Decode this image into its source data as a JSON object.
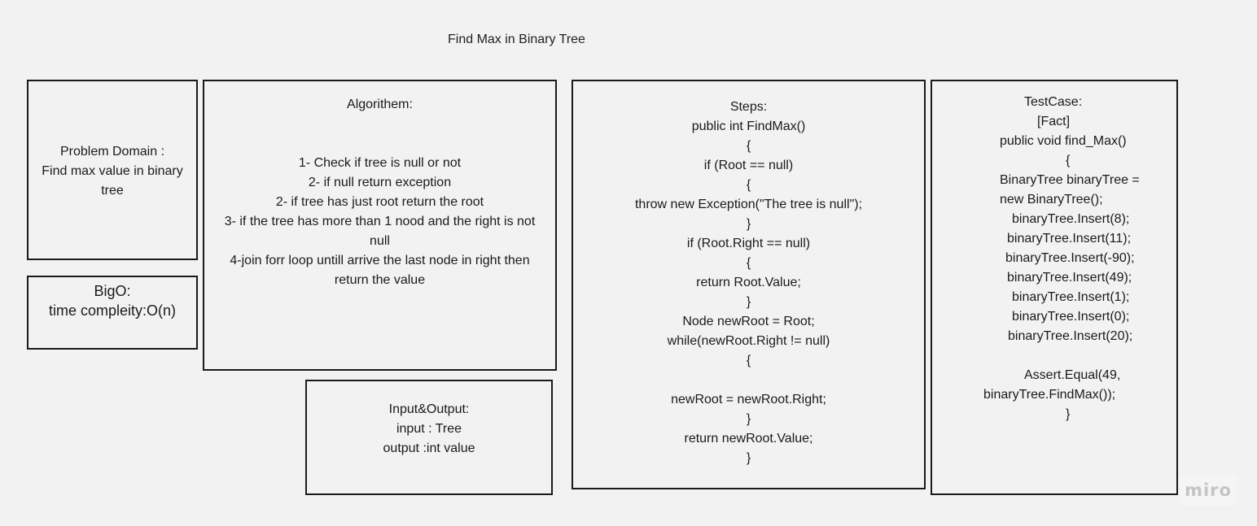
{
  "title": "Find Max in Binary Tree",
  "problem_domain": {
    "lines": [
      "Problem Domain :",
      "Find max value in binary tree"
    ]
  },
  "big_o": {
    "lines": [
      "BigO:",
      "time compleity:O(n)"
    ]
  },
  "algorithm": {
    "heading": "Algorithem:",
    "lines": [
      "1- Check if tree is null or not",
      "2- if null return exception",
      "2- if tree has just root return the root",
      "3- if the tree has more than 1 nood and the right is not null",
      "4-join forr loop untill arrive the last node in right then return the value"
    ]
  },
  "input_output": {
    "lines": [
      "Input&Output:",
      "input : Tree",
      "output :int value"
    ]
  },
  "steps": {
    "lines": [
      "Steps:",
      "public int FindMax()",
      "{",
      "if (Root == null)",
      "{",
      "throw new Exception(\"The tree is null\");",
      "}",
      "if (Root.Right == null)",
      "{",
      "return Root.Value;",
      "}",
      "Node newRoot = Root;",
      "while(newRoot.Right != null)",
      "{",
      "",
      "newRoot = newRoot.Right;",
      "}",
      "return newRoot.Value;",
      "}"
    ]
  },
  "test_case": {
    "lines": [
      "TestCase:",
      "[Fact]",
      "public void find_Max()",
      "{",
      "BinaryTree binaryTree =",
      "new BinaryTree();",
      "binaryTree.Insert(8);",
      "binaryTree.Insert(11);",
      "binaryTree.Insert(-90);",
      "binaryTree.Insert(49);",
      "binaryTree.Insert(1);",
      "binaryTree.Insert(0);",
      "binaryTree.Insert(20);",
      "",
      "Assert.Equal(49,",
      "binaryTree.FindMax());",
      "}"
    ]
  },
  "watermark": "miro"
}
